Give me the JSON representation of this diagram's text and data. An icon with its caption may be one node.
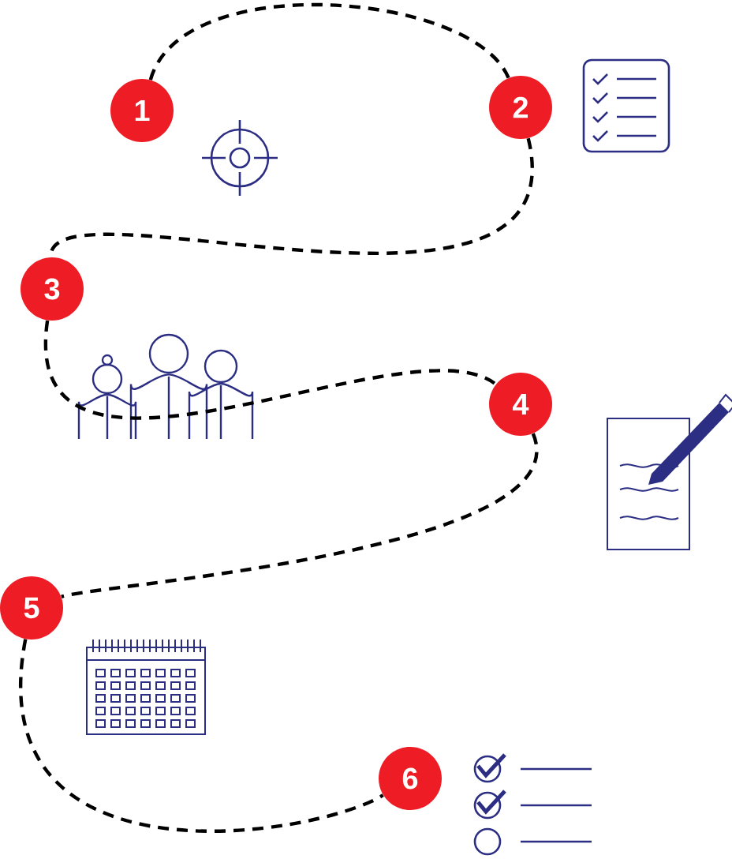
{
  "diagram": {
    "nodes": [
      {
        "text": [
          "1"
        ]
      },
      {
        "text": [
          "2"
        ]
      },
      {
        "text": [
          "3"
        ]
      },
      {
        "text": [
          "4"
        ]
      },
      {
        "text": [
          "5"
        ]
      },
      {
        "text": [
          "6"
        ]
      }
    ],
    "edges": [
      {
        "from": 0,
        "to": 1,
        "arrow": "none",
        "style": "dashed"
      },
      {
        "from": 1,
        "to": 2,
        "arrow": "none",
        "style": "dashed"
      },
      {
        "from": 2,
        "to": 3,
        "arrow": "none",
        "style": "dashed"
      },
      {
        "from": 3,
        "to": 4,
        "arrow": "none",
        "style": "dashed"
      },
      {
        "from": 4,
        "to": 5,
        "arrow": "none",
        "style": "dashed"
      }
    ]
  }
}
